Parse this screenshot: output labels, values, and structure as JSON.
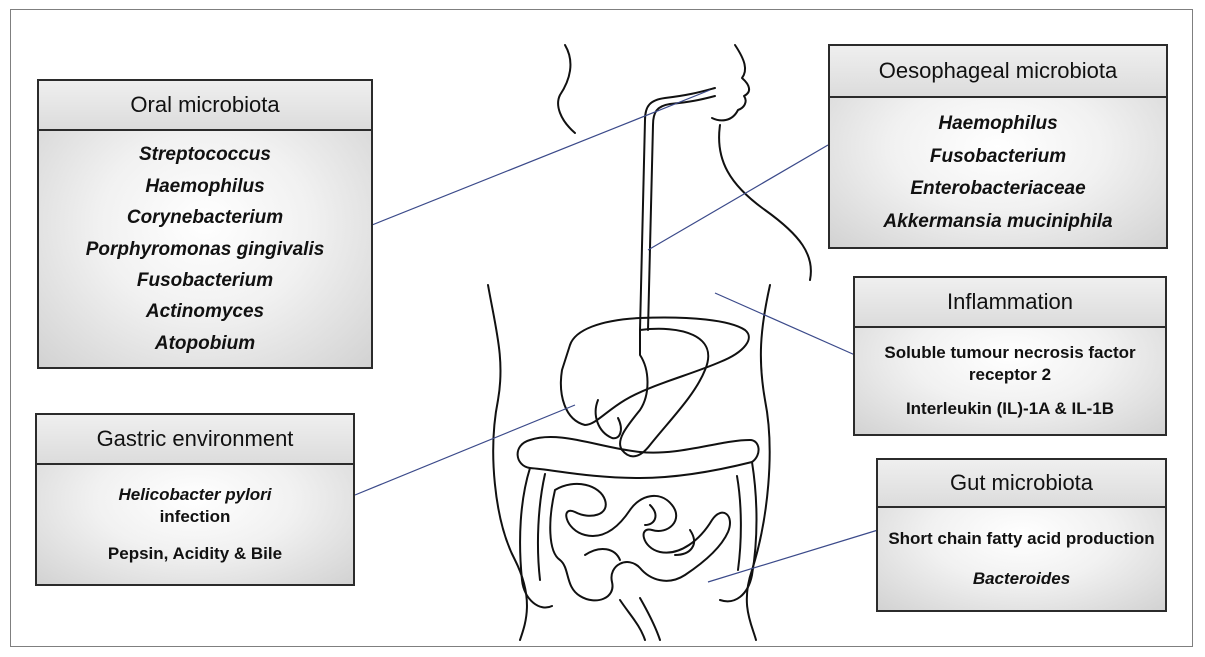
{
  "colors": {
    "connector": "#3b4a8a",
    "border": "#2b2b2b",
    "box_edge": "#d2d2d2",
    "box_center": "#ffffff"
  },
  "oral": {
    "title": "Oral microbiota",
    "items": [
      "Streptococcus",
      "Haemophilus",
      "Corynebacterium",
      "Porphyromonas gingivalis",
      "Fusobacterium",
      "Actinomyces",
      "Atopobium"
    ]
  },
  "oesophageal": {
    "title": "Oesophageal microbiota",
    "items": [
      "Haemophilus",
      "Fusobacterium",
      "Enterobacteriaceae",
      "Akkermansia muciniphila"
    ]
  },
  "inflammation": {
    "title": "Inflammation",
    "items": [
      "Soluble tumour necrosis factor receptor 2",
      "Interleukin (IL)-1A & IL-1B"
    ]
  },
  "gastric": {
    "title": "Gastric environment",
    "item1_italic": "Helicobacter pylori",
    "item1_rest": "infection",
    "item2": "Pepsin, Acidity & Bile"
  },
  "gut": {
    "title": "Gut microbiota",
    "item1": "Short chain fatty acid production",
    "item2": "Bacteroides"
  },
  "illustration": "human-digestive-system"
}
